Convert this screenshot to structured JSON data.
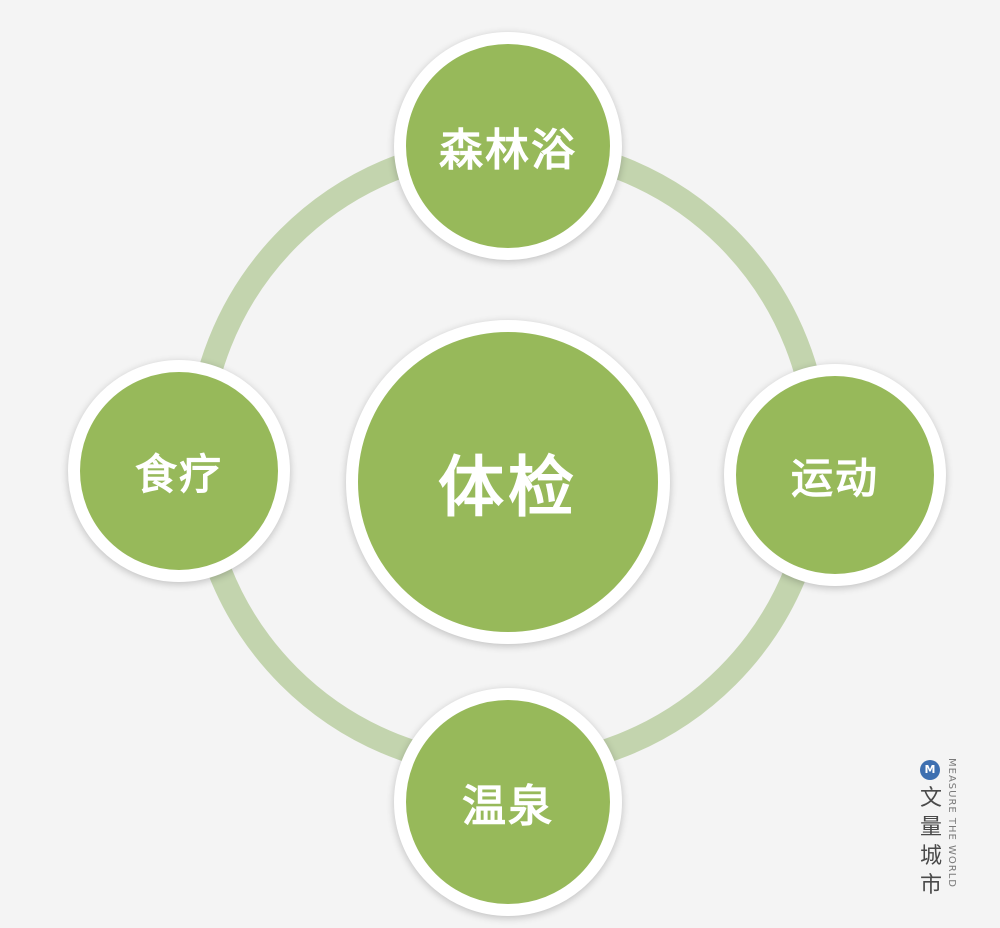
{
  "diagram": {
    "center_label": "体检",
    "nodes": [
      {
        "position": "top",
        "label": "森林浴"
      },
      {
        "position": "right",
        "label": "运动"
      },
      {
        "position": "bottom",
        "label": "温泉"
      },
      {
        "position": "left",
        "label": "食疗"
      }
    ]
  },
  "watermark": {
    "logo_glyph": "M",
    "brand_text": "文量城市",
    "tagline": "MEASURE THE WORLD"
  },
  "colors": {
    "background": "#f4f4f4",
    "node_fill": "#97b95a",
    "node_border": "#ffffff",
    "ring": "#c3d4ae",
    "label_text": "#ffffff",
    "watermark_logo": "#3d6fb0"
  }
}
